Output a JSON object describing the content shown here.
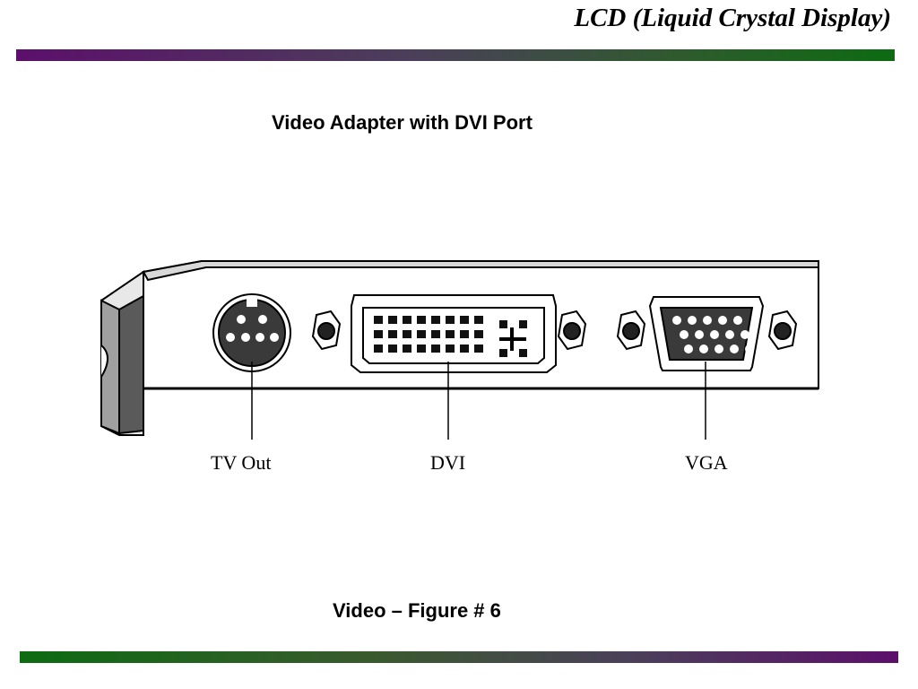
{
  "slide": {
    "title": "LCD (Liquid Crystal Display)",
    "subtitle": "Video Adapter with DVI Port",
    "caption": "Video – Figure # 6"
  },
  "figure": {
    "ports": [
      {
        "label": "TV Out",
        "icon": "s-video-port-icon"
      },
      {
        "label": "DVI",
        "icon": "dvi-port-icon"
      },
      {
        "label": "VGA",
        "icon": "vga-port-icon"
      }
    ]
  },
  "colors": {
    "bar_purple": "#5c0f6b",
    "bar_green": "#0d6b12"
  }
}
